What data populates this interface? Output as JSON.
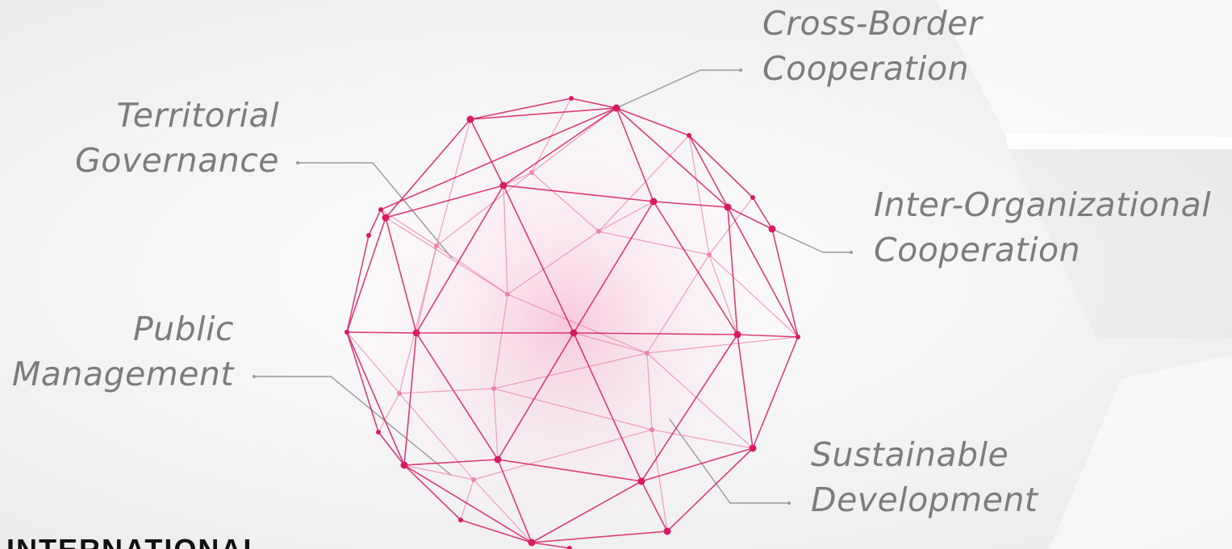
{
  "colors": {
    "accent": "#d81b60",
    "accent_light": "#ee82a8",
    "label_text": "#7d7b7c",
    "connector": "#9a9899"
  },
  "labels": {
    "territorial_governance": [
      "Territorial",
      "Governance"
    ],
    "public_management": [
      "Public",
      "Management"
    ],
    "cross_border": [
      "Cross-Border",
      "Cooperation"
    ],
    "inter_organizational": [
      "Inter-Organizational",
      "Cooperation"
    ],
    "sustainable_development": [
      "Sustainable",
      "Development"
    ]
  },
  "footer": {
    "heading": "INTERNATIONAL"
  },
  "graphic": {
    "type": "wireframe-sphere-icon"
  }
}
